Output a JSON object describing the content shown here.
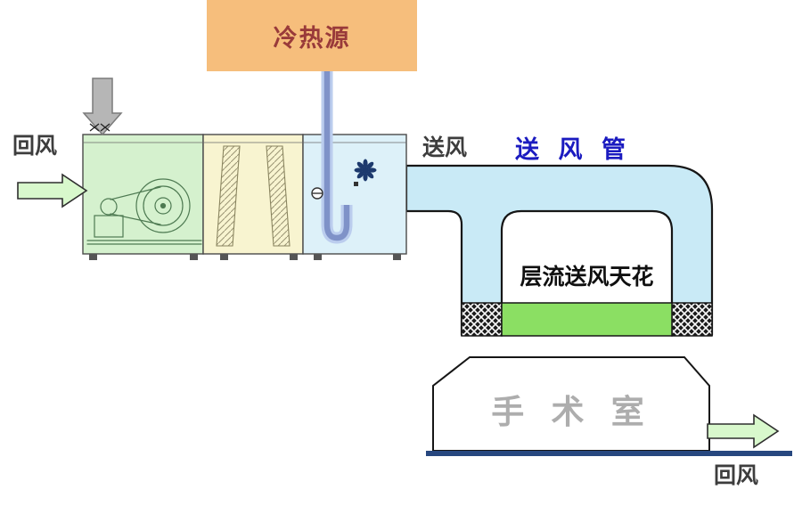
{
  "diagram": {
    "heat_source_label": "冷热源",
    "labels": {
      "return_air_left": "回风",
      "supply_air": "送风",
      "supply_duct": "送 风 管",
      "laminar_ceiling": "层流送风天花",
      "operating_room": "手 术 室",
      "return_air_right": "回风"
    },
    "colors": {
      "heat_source_bg": "#F6BE7C",
      "heat_source_text": "#993A3A",
      "duct_fill": "#C9EAF6",
      "duct_outline": "#161616",
      "ceiling_green": "#8BDF63",
      "supply_duct_text": "#1B1BC0",
      "room_text": "#ADADAD",
      "label_text": "#3D3D3D",
      "return_arrow_fill": "#D8F8CC",
      "fresh_air_arrow_fill": "#B6B6B6",
      "floor_line": "#27477F",
      "ahu_fan_section_fill": "#D5F1CE",
      "ahu_coil_section_fill": "#F8F4D0",
      "ahu_supply_section_fill": "#DDF1F9",
      "pipe_color": "#7F92C8"
    }
  }
}
